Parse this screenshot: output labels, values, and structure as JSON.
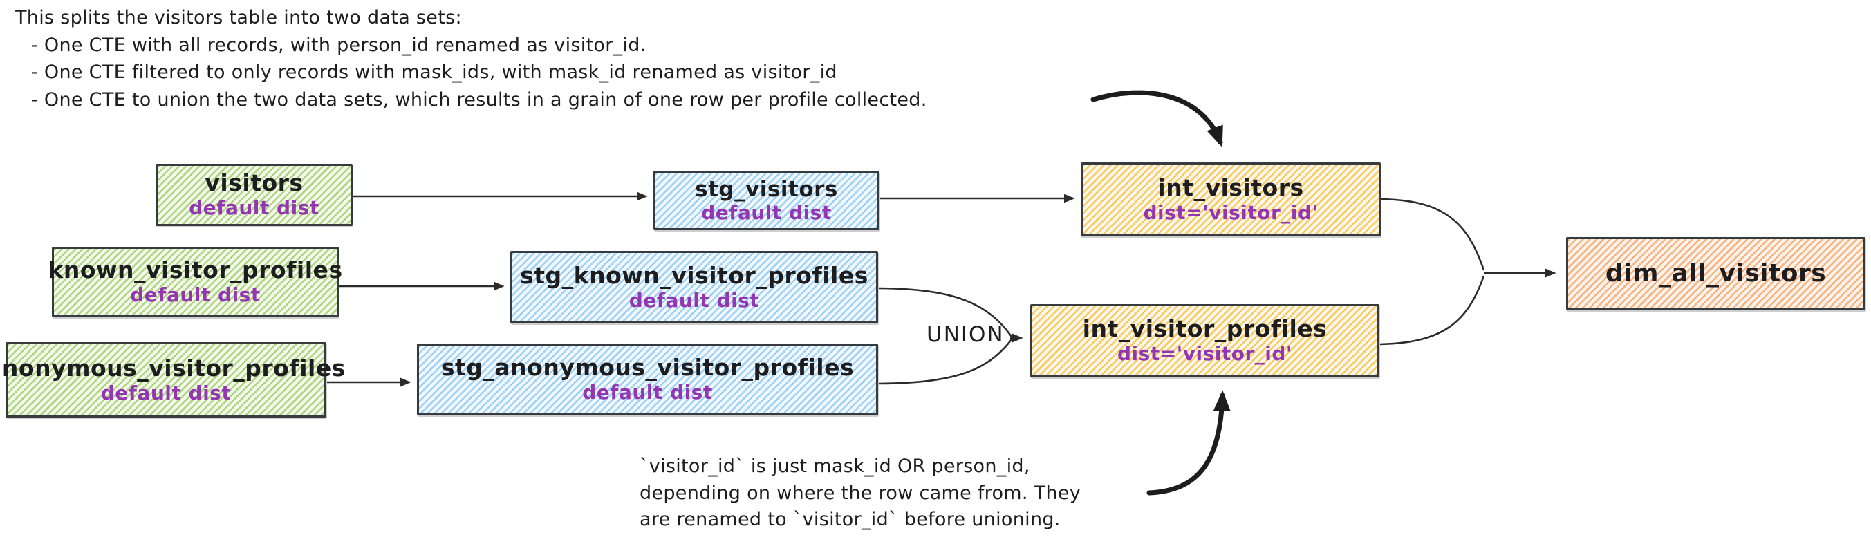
{
  "diagram": {
    "top_note": {
      "intro": "This splits the visitors table into two data sets:",
      "bullets": [
        "- One CTE with all records, with person_id renamed as visitor_id.",
        "- One CTE filtered to only records with mask_ids, with mask_id renamed as visitor_id",
        "- One CTE to union the two data sets, which results in a grain of one row per profile collected."
      ]
    },
    "bottom_note": {
      "lines": [
        "`visitor_id` is just mask_id OR person_id,",
        "depending on where the row came from. They",
        "are renamed to `visitor_id` before unioning."
      ]
    },
    "union_label": "UNION",
    "nodes": {
      "visitors": {
        "title": "visitors",
        "subtitle": "default dist",
        "color": "green"
      },
      "known_visitor_profiles": {
        "title": "known_visitor_profiles",
        "subtitle": "default dist",
        "color": "green"
      },
      "anonymous_visitor_profiles": {
        "title": "anonymous_visitor_profiles",
        "subtitle": "default dist",
        "color": "green"
      },
      "stg_visitors": {
        "title": "stg_visitors",
        "subtitle": "default dist",
        "color": "blue"
      },
      "stg_known_visitor_profiles": {
        "title": "stg_known_visitor_profiles",
        "subtitle": "default dist",
        "color": "blue"
      },
      "stg_anonymous_visitor_profiles": {
        "title": "stg_anonymous_visitor_profiles",
        "subtitle": "default dist",
        "color": "blue"
      },
      "int_visitors": {
        "title": "int_visitors",
        "subtitle": "dist='visitor_id'",
        "color": "yellow"
      },
      "int_visitor_profiles": {
        "title": "int_visitor_profiles",
        "subtitle": "dist='visitor_id'",
        "color": "yellow"
      },
      "dim_all_visitors": {
        "title": "dim_all_visitors",
        "color": "orange"
      }
    },
    "edges": [
      {
        "from": "visitors",
        "to": "stg_visitors"
      },
      {
        "from": "known_visitor_profiles",
        "to": "stg_known_visitor_profiles"
      },
      {
        "from": "anonymous_visitor_profiles",
        "to": "stg_anonymous_visitor_profiles"
      },
      {
        "from": "stg_visitors",
        "to": "int_visitors"
      },
      {
        "from": "stg_known_visitor_profiles",
        "to": "int_visitor_profiles",
        "label": "UNION"
      },
      {
        "from": "stg_anonymous_visitor_profiles",
        "to": "int_visitor_profiles",
        "label": "UNION"
      },
      {
        "from": "int_visitors",
        "to": "dim_all_visitors"
      },
      {
        "from": "int_visitor_profiles",
        "to": "dim_all_visitors"
      },
      {
        "from": "top_note",
        "to": "int_visitors"
      },
      {
        "from": "bottom_note",
        "to": "int_visitor_profiles"
      }
    ],
    "colors": {
      "node_title": "#1d1d1f",
      "node_subtitle": "#9436b2",
      "green_hatch": "#aed584",
      "blue_hatch": "#9fd0f5",
      "yellow_hatch": "#f6ca67",
      "orange_hatch": "#f6b381",
      "connector": "#2b2b2b",
      "background": "#ffffff"
    }
  }
}
